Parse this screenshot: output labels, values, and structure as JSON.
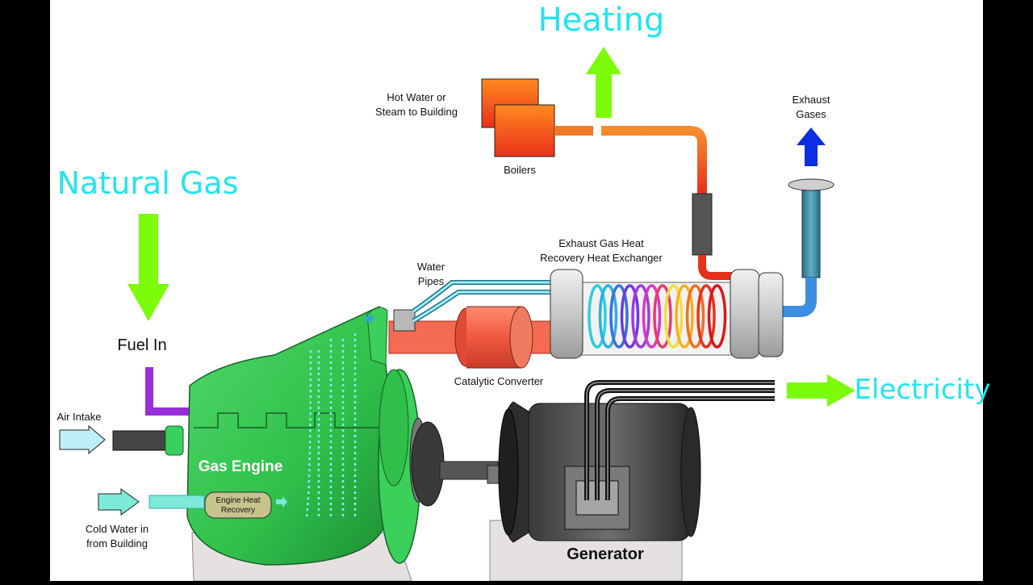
{
  "labels": {
    "heating": "Heating",
    "natural_gas": "Natural Gas",
    "electricity": "Electricity",
    "fuel_in": "Fuel In",
    "air_intake": "Air Intake",
    "cold_water_line1": "Cold Water in",
    "cold_water_line2": "from Building",
    "gas_engine": "Gas Engine",
    "engine_heat_line1": "Engine Heat",
    "engine_heat_line2": "Recovery",
    "generator": "Generator",
    "catalytic_converter": "Catalytic Converter",
    "water_pipes_line1": "Water",
    "water_pipes_line2": "Pipes",
    "exchanger_line1": "Exhaust Gas Heat",
    "exchanger_line2": "Recovery Heat Exchanger",
    "hot_water_line1": "Hot Water or",
    "hot_water_line2": "Steam to Building",
    "boilers": "Boilers",
    "exhaust_line1": "Exhaust",
    "exhaust_line2": "Gases"
  },
  "colors": {
    "cyan_title": "#22e4f0",
    "green_arrow": "#7cfc0a",
    "engine_green": "#2fbf4a",
    "blue_arrow": "#0a2ee0",
    "exhaust_pipe": "#3f8fa8"
  },
  "coil_colors": [
    "#2ad0d8",
    "#2bb0e0",
    "#3a6fe0",
    "#6a3ae0",
    "#a03ae0",
    "#d83ac0",
    "#e83a70",
    "#f0e040",
    "#f6b020",
    "#f07020",
    "#e83020",
    "#d81818"
  ]
}
